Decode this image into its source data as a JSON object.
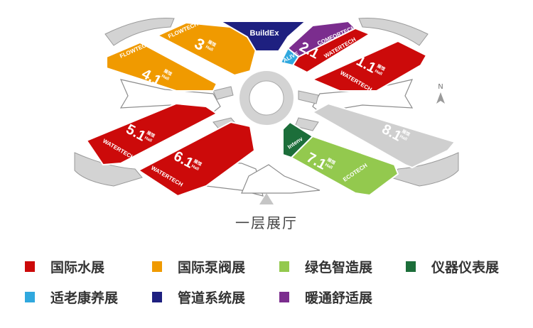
{
  "floor_label": "一层展厅",
  "north_label": "N",
  "hall_suffix": "展馆",
  "hall_suffix_en": "Hall",
  "halls": {
    "h41": {
      "number": "4.1",
      "brand": "FLOWTECH"
    },
    "h3": {
      "number": "3",
      "brand": "FLOWTECH"
    },
    "hb": {
      "brand": "BuildEx"
    },
    "h2": {
      "number": "2.1",
      "brands": [
        "ALIVE",
        "COMFORTECH",
        "WATERTECH"
      ]
    },
    "h11": {
      "number": "1.1",
      "brand": "WATERTECH"
    },
    "h51": {
      "number": "5.1",
      "brand": "WATERTECH"
    },
    "h61": {
      "number": "6.1",
      "brand": "WATERTECH"
    },
    "h71": {
      "number": "7.1",
      "brands": [
        "Intenv",
        "ECOTECH"
      ]
    },
    "h81": {
      "number": "8.1"
    }
  },
  "colors": {
    "water": "#cc0a0a",
    "pump_valve": "#f09a00",
    "green_mfg": "#93c94e",
    "instrument": "#1c6e3a",
    "elderly": "#30a8de",
    "pipe": "#1e2080",
    "hvac": "#7b2d8e",
    "unassigned": "#cfcfcf"
  },
  "legend": [
    {
      "label": "国际水展",
      "color": "#cc0a0a"
    },
    {
      "label": "国际泵阀展",
      "color": "#f09a00"
    },
    {
      "label": "绿色智造展",
      "color": "#93c94e"
    },
    {
      "label": "仪器仪表展",
      "color": "#1c6e3a"
    },
    {
      "label": "适老康养展",
      "color": "#30a8de"
    },
    {
      "label": "管道系统展",
      "color": "#1e2080"
    },
    {
      "label": "暖通舒适展",
      "color": "#7b2d8e"
    }
  ]
}
